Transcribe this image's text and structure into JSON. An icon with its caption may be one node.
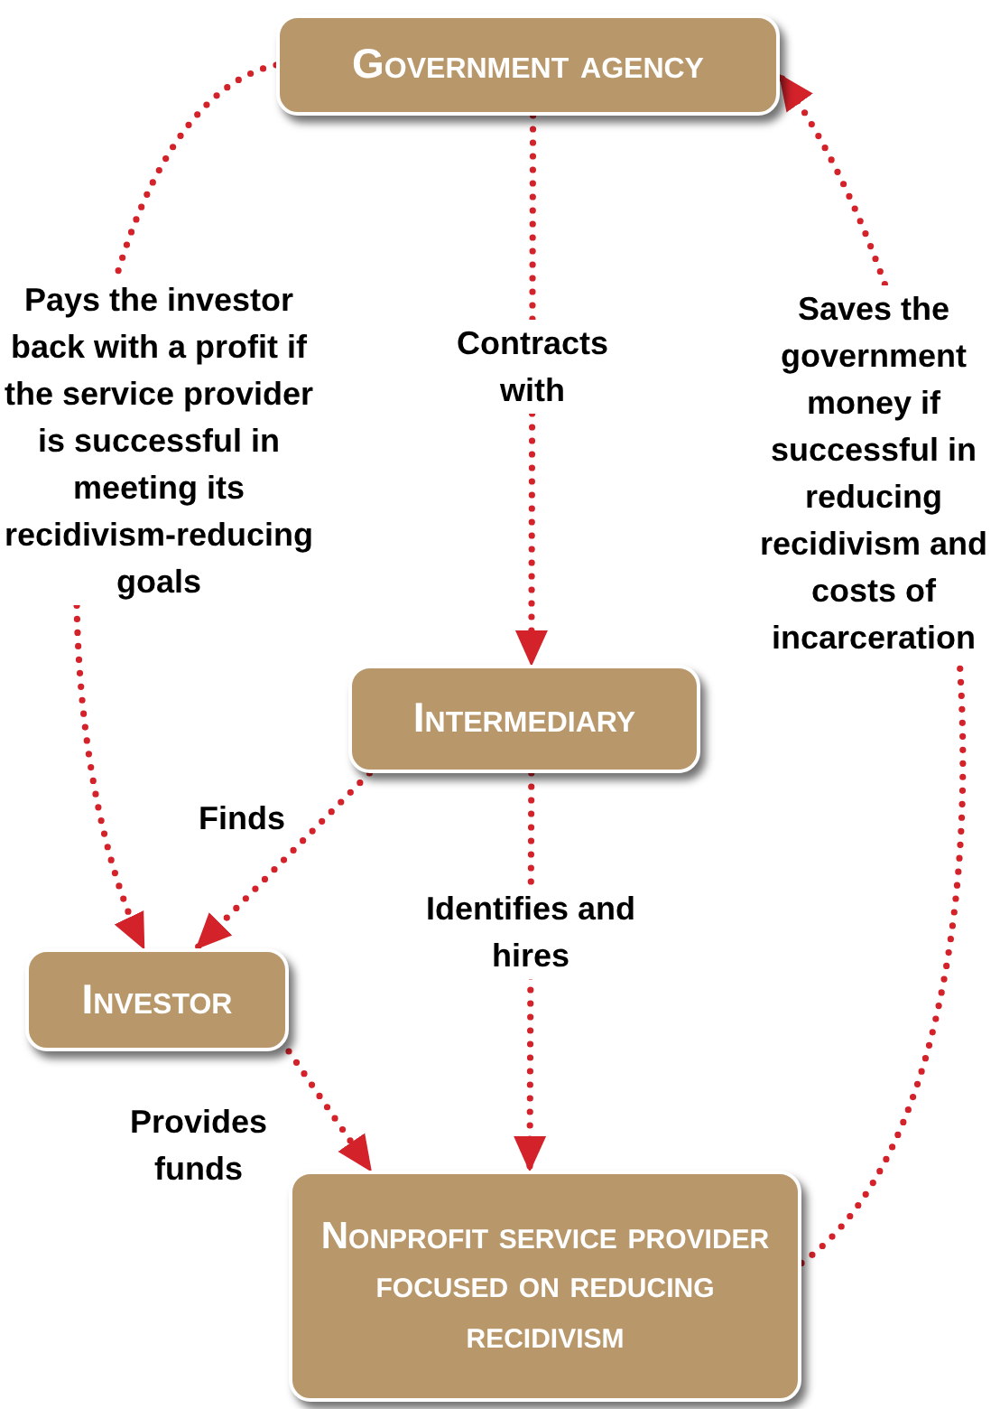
{
  "diagram": {
    "nodes": [
      {
        "text": [
          "Government agency"
        ]
      },
      {
        "text": [
          "Intermediary"
        ]
      },
      {
        "text": [
          "Investor"
        ]
      },
      {
        "text": [
          "Nonprofit service provider focused on reducing recidivism"
        ]
      }
    ],
    "edges": [
      {
        "from": 0,
        "to": 2,
        "arrow": "to",
        "label": "Pays the investor back with a profit if the service provider is successful in meeting its recidivism-reducing goals"
      },
      {
        "from": 0,
        "to": 1,
        "arrow": "to",
        "label": "Contracts with"
      },
      {
        "from": 1,
        "to": 2,
        "arrow": "to",
        "label": "Finds"
      },
      {
        "from": 1,
        "to": 3,
        "arrow": "to",
        "label": "Identifies and hires"
      },
      {
        "from": 2,
        "to": 3,
        "arrow": "to",
        "label": "Provides funds"
      },
      {
        "from": 3,
        "to": 0,
        "arrow": "to",
        "label": "Saves the government money if successful in reducing recidivism and costs of incarceration"
      }
    ]
  }
}
